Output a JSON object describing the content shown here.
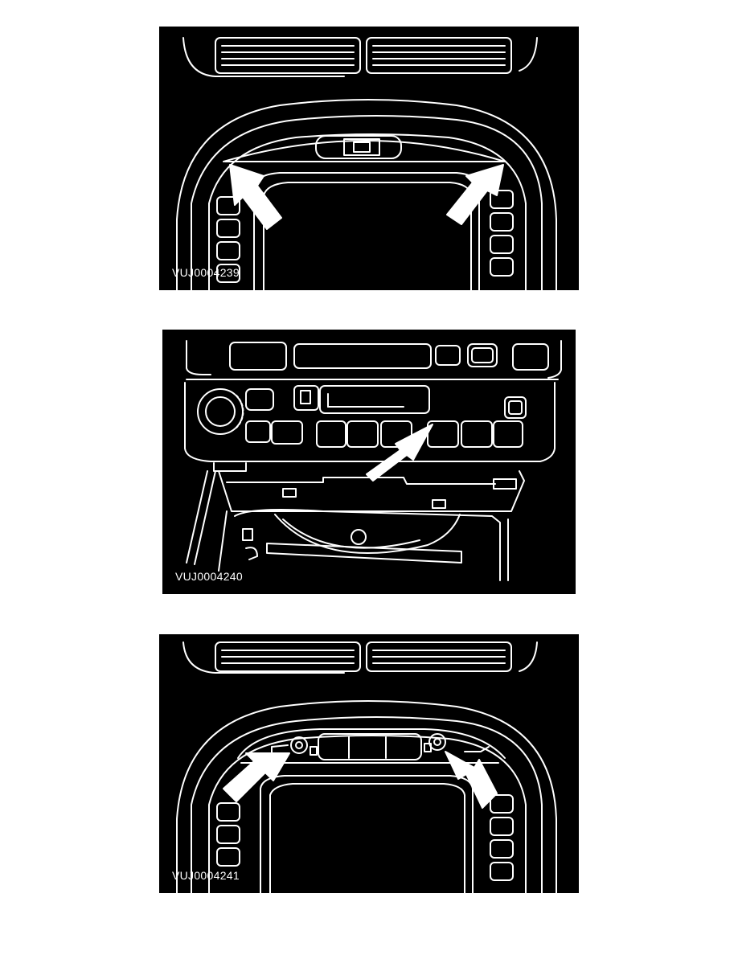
{
  "figures": [
    {
      "id": "VUJ0004239"
    },
    {
      "id": "VUJ0004240"
    },
    {
      "id": "VUJ0004241"
    }
  ],
  "colors": {
    "background": "#ffffff",
    "figure_background": "#000000",
    "line": "#ffffff"
  }
}
